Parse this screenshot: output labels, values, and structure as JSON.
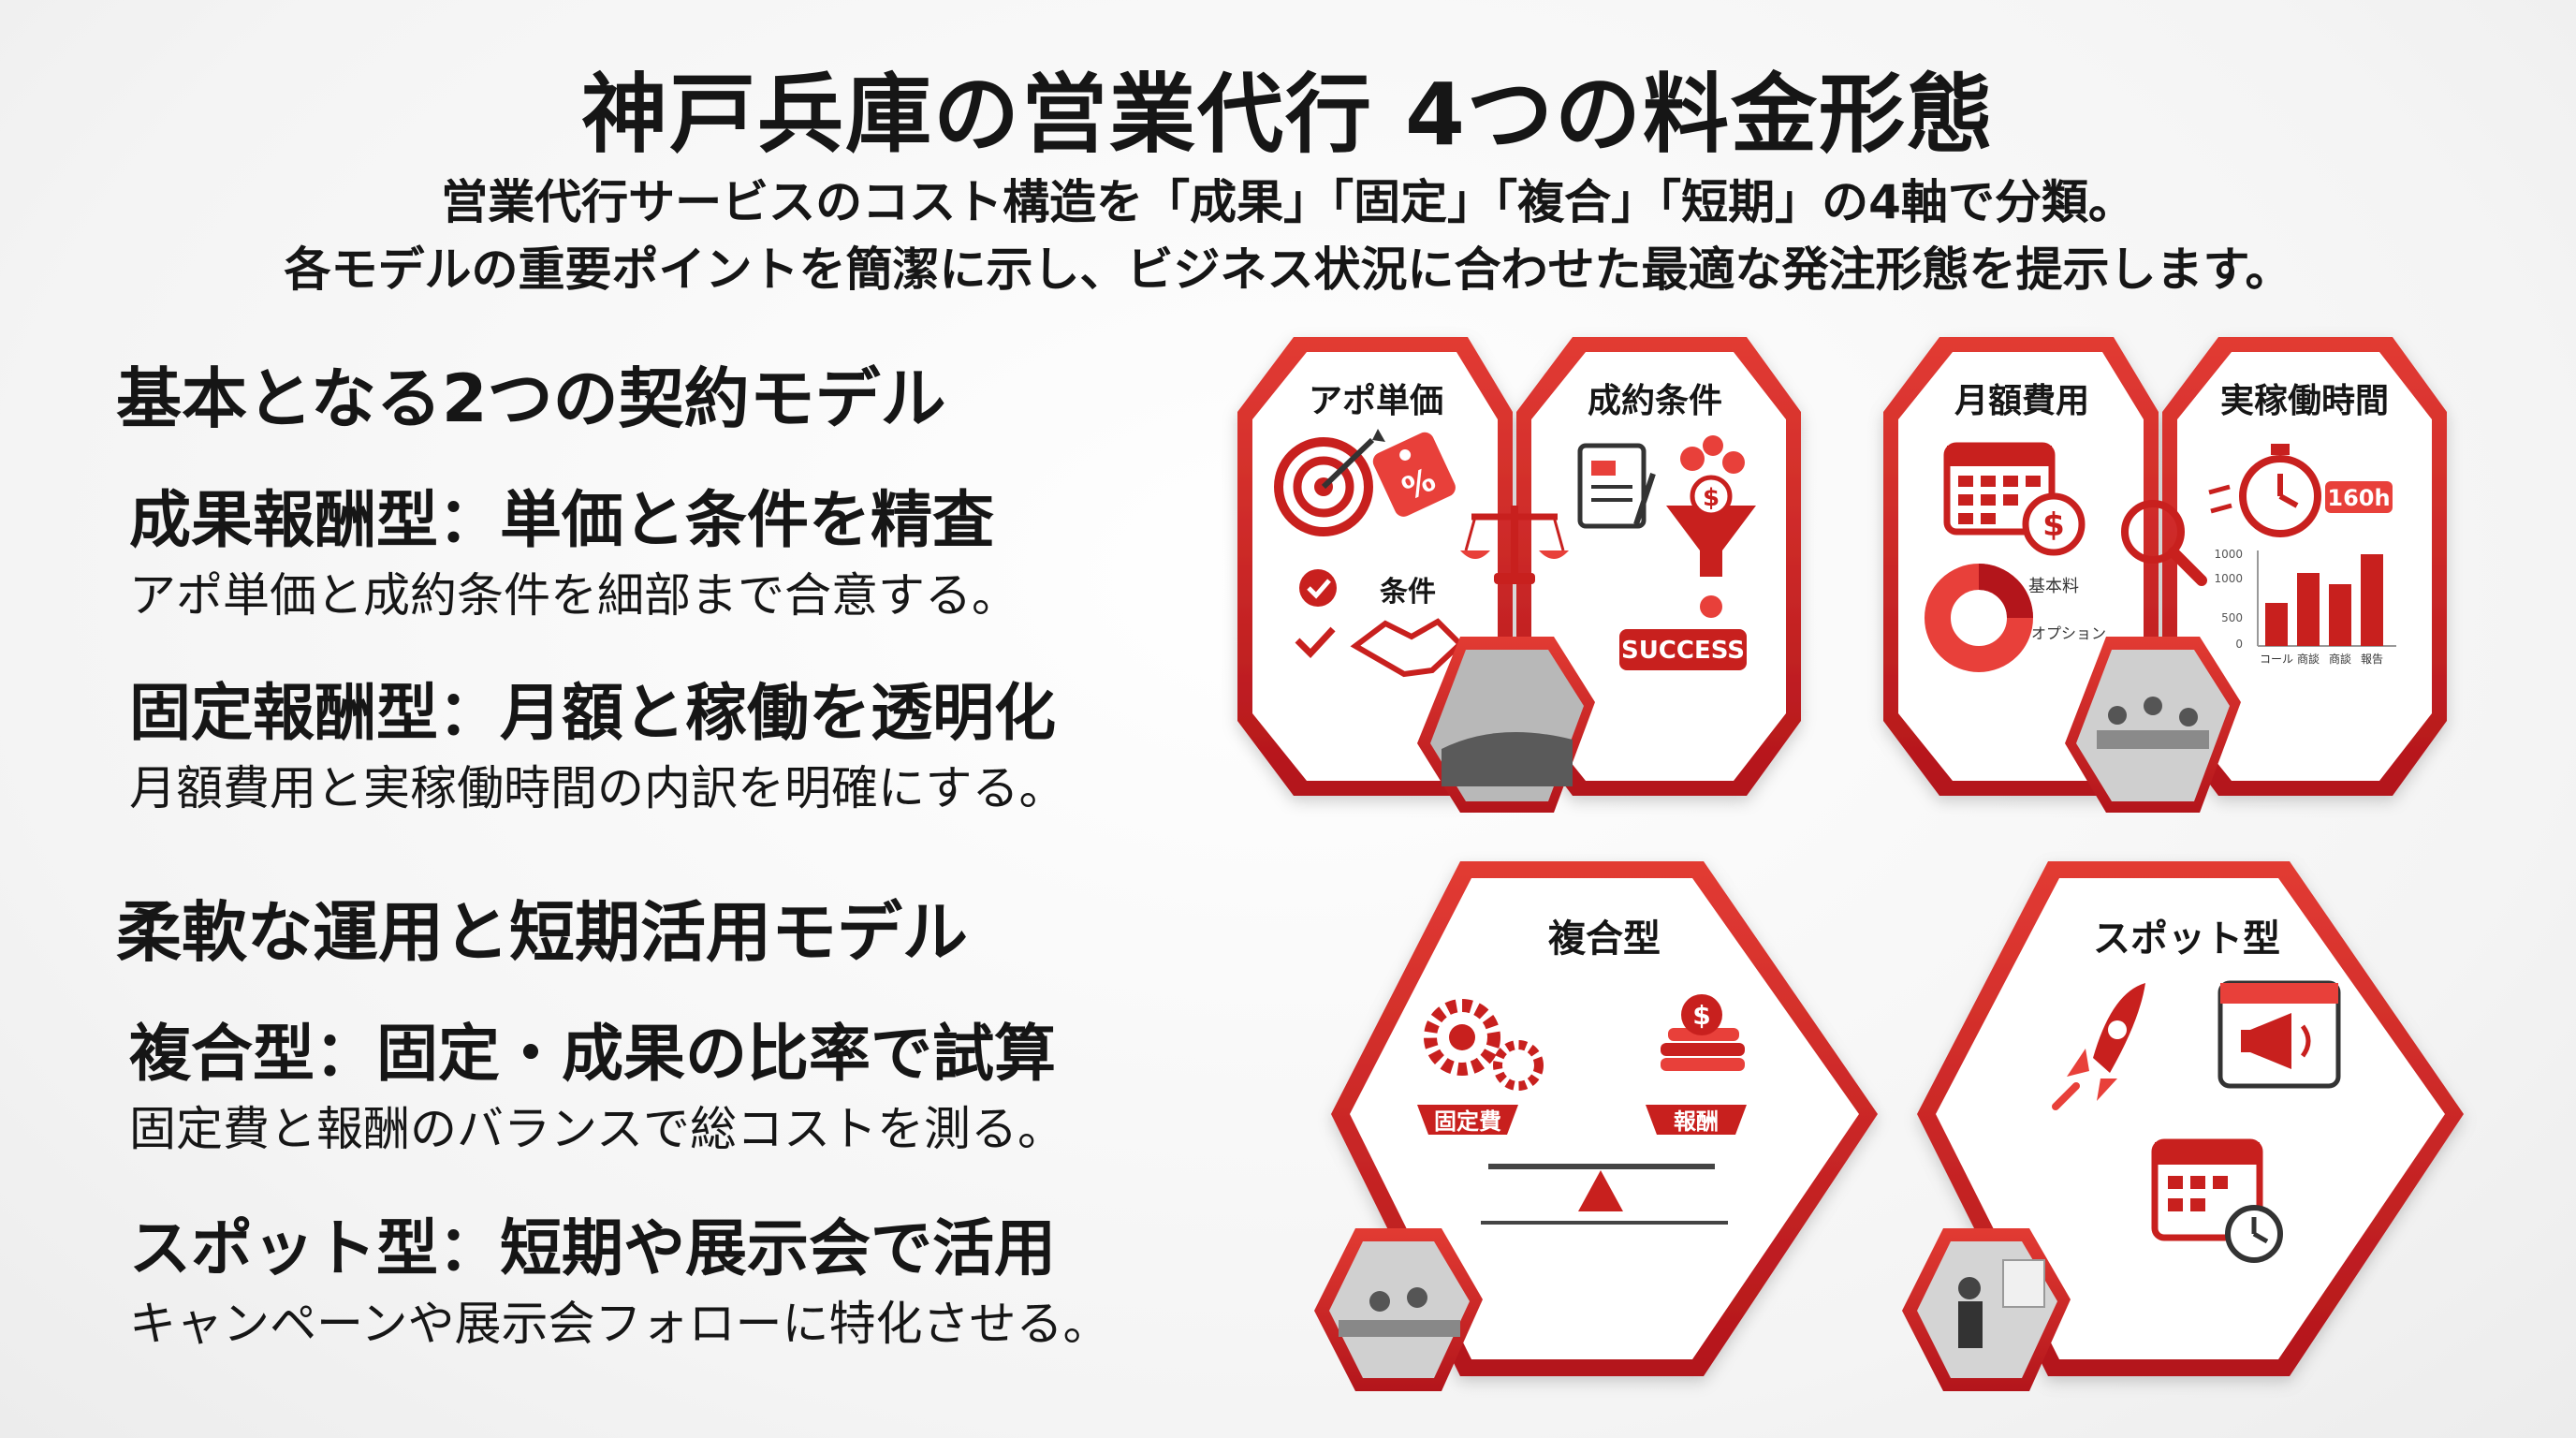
{
  "page": {
    "title": "神戸兵庫の営業代行 4つの料金形態",
    "subtitle_line1": "営業代行サービスのコスト構造を「成果」「固定」「複合」「短期」の4軸で分類。",
    "subtitle_line2": "各モデルの重要ポイントを簡潔に示し、ビジネス状況に合わせた最適な発注形態を提示します。"
  },
  "sections": [
    {
      "heading": "基本となる2つの契約モデル",
      "items": [
        {
          "title": "成果報酬型：単価と条件を精査",
          "desc": "アポ単価と成約条件を細部まで合意する。"
        },
        {
          "title": "固定報酬型：月額と稼働を透明化",
          "desc": "月額費用と実稼働時間の内訳を明確にする。"
        }
      ]
    },
    {
      "heading": "柔軟な運用と短期活用モデル",
      "items": [
        {
          "title": "複合型：固定・成果の比率で試算",
          "desc": "固定費と報酬のバランスで総コストを測る。"
        },
        {
          "title": "スポット型：短期や展示会で活用",
          "desc": "キャンペーンや展示会フォローに特化させる。"
        }
      ]
    }
  ],
  "cards": {
    "performance": {
      "left_label": "アポ単価",
      "right_label": "成約条件",
      "condition_label": "条件",
      "success_label": "SUCCESS"
    },
    "fixed": {
      "left_label": "月額費用",
      "right_label": "実稼働時間",
      "hours_label": "160h",
      "pie_label_base": "基本料",
      "pie_label_option": "オプション",
      "bar_axis": [
        "コール",
        "商談",
        "商談",
        "報告"
      ],
      "y_ticks": [
        "1000",
        "1000",
        "500",
        "0"
      ]
    },
    "hybrid": {
      "label": "複合型",
      "left_pan": "固定費",
      "right_pan": "報酬"
    },
    "spot": {
      "label": "スポット型"
    }
  },
  "colors": {
    "accent": "#c8201e",
    "accent_light": "#e8403a",
    "text": "#161616"
  }
}
